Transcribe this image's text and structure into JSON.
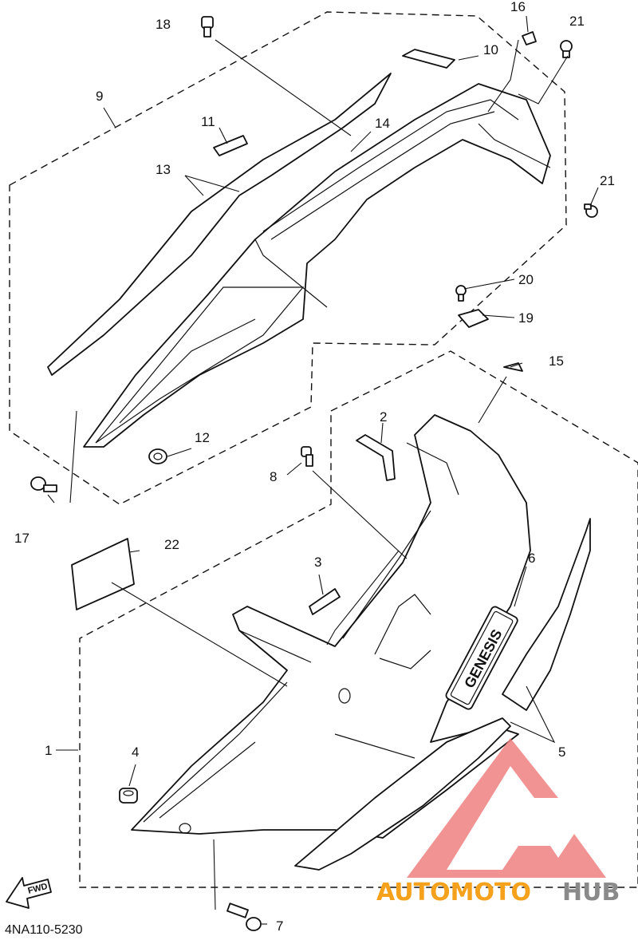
{
  "diagram": {
    "code": "4NA110-5230",
    "fwd_label": "FWD",
    "emblem_text": "GENESIS",
    "watermark": {
      "text_orange": "AUTOMOTO",
      "text_grey": "HUB",
      "color_orange": "#f5a11c",
      "color_grey": "#8a8a8a",
      "color_mark": "#f08080"
    },
    "callouts": {
      "c1": "1",
      "c2": "2",
      "c3": "3",
      "c4": "4",
      "c5": "5",
      "c6": "6",
      "c7": "7",
      "c8": "8",
      "c9": "9",
      "c10": "10",
      "c11": "11",
      "c12": "12",
      "c13": "13",
      "c14": "14",
      "c15": "15",
      "c16": "16",
      "c17": "17",
      "c18": "18",
      "c19": "19",
      "c20": "20",
      "c21a": "21",
      "c21b": "21",
      "c22": "22"
    }
  }
}
